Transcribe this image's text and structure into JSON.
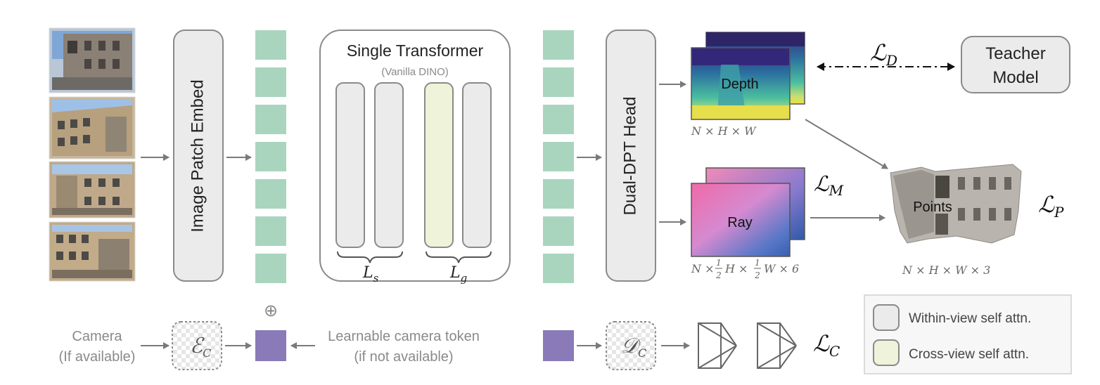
{
  "modules": {
    "patch_embed": "Image Patch Embed",
    "transformer_title": "Single Transformer",
    "transformer_subtitle": "(Vanilla DINO)",
    "dpt_head": "Dual-DPT Head",
    "teacher": [
      "Teacher",
      "Model"
    ]
  },
  "labels": {
    "ls": "L",
    "ls_sub": "s",
    "lg": "L",
    "lg_sub": "g",
    "depth": "Depth",
    "ray": "Ray",
    "points": "Points",
    "depth_dims": "N × H × W",
    "ray_dims_prefix": "N ×",
    "ray_dims_h": "H ×",
    "ray_dims_w": "W × 6",
    "fraction_num": "1",
    "fraction_den": "2",
    "points_dims": "N × H × W × 3",
    "plus": "⊕"
  },
  "losses": {
    "symbol": "ℒ",
    "d": "D",
    "m": "M",
    "p": "P",
    "c": "C"
  },
  "camera": {
    "input_line1": "Camera",
    "input_line2": "(If available)",
    "encoder_symbol": "ℰ",
    "encoder_sub": "C",
    "token_line1": "Learnable camera token",
    "token_line2": "(if not available)",
    "decoder_symbol": "𝒟",
    "decoder_sub": "C"
  },
  "legend": {
    "within": "Within-view self attn.",
    "cross": "Cross-view self attn."
  },
  "colors": {
    "token_green": "#a9d5bf",
    "camera_purple": "#8a7ab8",
    "block_gray": "#ebebeb",
    "block_cross": "#eef3d9",
    "arrow": "#7a7a7a"
  },
  "icons": [
    "photo-thumbnail",
    "depth-map",
    "ray-map",
    "point-cloud",
    "camera-frustum-icon"
  ]
}
